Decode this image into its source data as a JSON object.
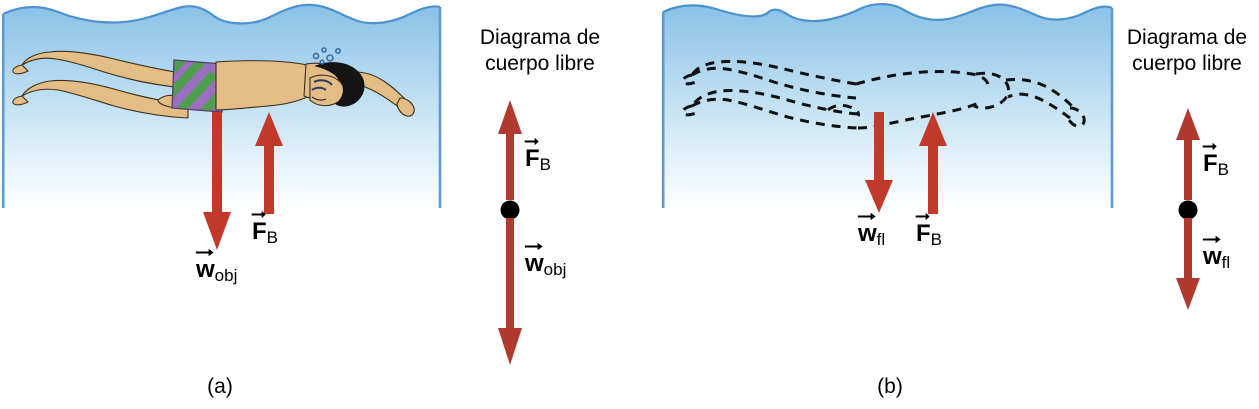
{
  "figure": {
    "colors": {
      "arrow_red": "#c0392b",
      "arrow_red_dark": "#b03a2e",
      "water_top": "#8ec4e8",
      "water_bottom": "#fbfdff",
      "water_edge": "#5b9bd5",
      "skin": "#e3bd85",
      "skin_outline": "#3a2f1e",
      "hair": "#1a1a1a",
      "suit_purple": "#9b6fc0",
      "suit_green": "#4d9e4d",
      "dot_black": "#000000",
      "outline_dash": "#111111",
      "text": "#000000"
    }
  },
  "panel_a": {
    "caption": "(a)",
    "scene": {
      "name": "swimmer-in-water",
      "subject_label": "solid-swimmer"
    },
    "arrows": [
      {
        "name": "weight-object-arrow",
        "direction": "down",
        "label_main": "w",
        "label_sub": "obj"
      },
      {
        "name": "buoyant-force-arrow",
        "direction": "up",
        "label_main": "F",
        "label_sub": "B"
      }
    ],
    "labels": {
      "weight": {
        "main": "w",
        "sub": "obj"
      },
      "buoyant": {
        "main": "F",
        "sub": "B"
      }
    },
    "fbd": {
      "title_line1": "Diagrama de",
      "title_line2": "cuerpo libre",
      "up_arrow": {
        "main": "F",
        "sub": "B"
      },
      "down_arrow": {
        "main": "w",
        "sub": "obj"
      }
    }
  },
  "panel_b": {
    "caption": "(b)",
    "scene": {
      "name": "displaced-fluid-outline",
      "subject_label": "dashed-fluid-outline"
    },
    "arrows": [
      {
        "name": "weight-fluid-arrow",
        "direction": "down",
        "label_main": "w",
        "label_sub": "fl"
      },
      {
        "name": "buoyant-force-arrow",
        "direction": "up",
        "label_main": "F",
        "label_sub": "B"
      }
    ],
    "labels": {
      "weight": {
        "main": "w",
        "sub": "fl"
      },
      "buoyant": {
        "main": "F",
        "sub": "B"
      }
    },
    "fbd": {
      "title_line1": "Diagrama de",
      "title_line2": "cuerpo libre",
      "up_arrow": {
        "main": "F",
        "sub": "B"
      },
      "down_arrow": {
        "main": "w",
        "sub": "fl"
      }
    }
  }
}
